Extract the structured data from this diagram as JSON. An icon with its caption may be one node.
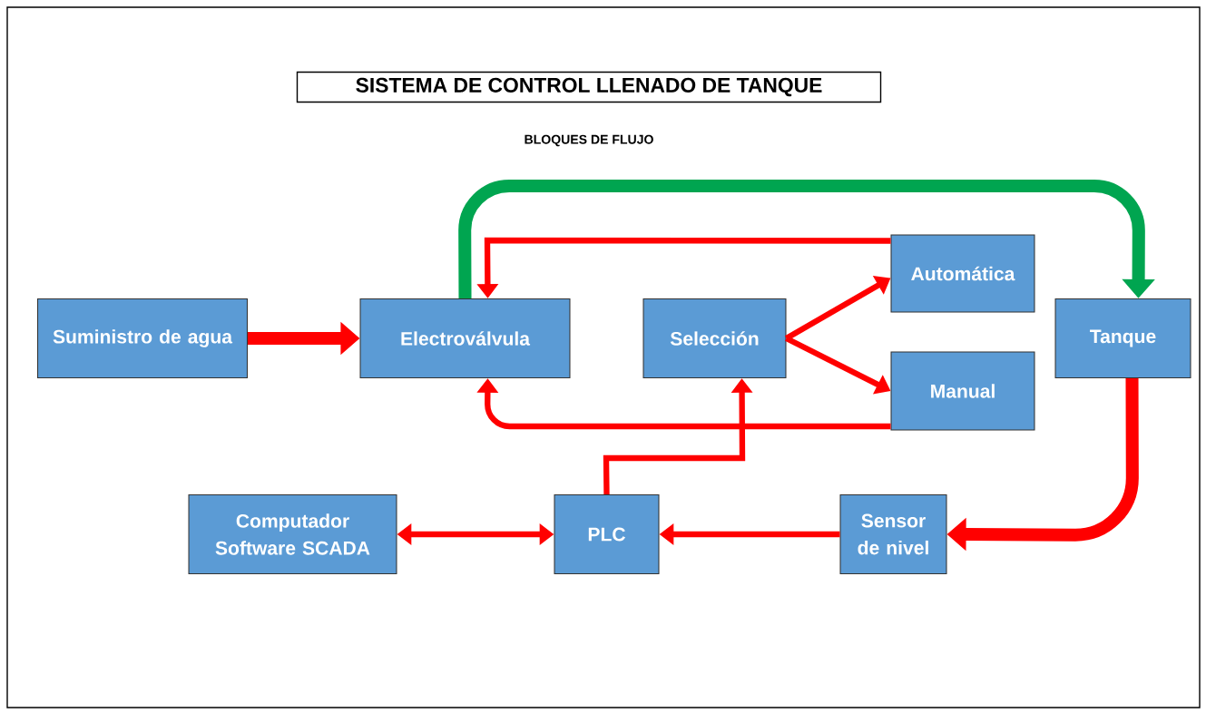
{
  "diagram": {
    "title": "SISTEMA DE CONTROL LLENADO DE TANQUE",
    "nodes": [
      {
        "text": [
          "Suministro de agua"
        ]
      },
      {
        "text": [
          "Electroválvula"
        ]
      },
      {
        "text": [
          "Selección"
        ]
      },
      {
        "text": [
          "Automática"
        ]
      },
      {
        "text": [
          "Manual"
        ]
      },
      {
        "text": [
          "Tanque"
        ]
      },
      {
        "text": [
          "Computador Software SCADA"
        ]
      },
      {
        "text": [
          "PLC"
        ]
      },
      {
        "text": [
          "Sensor de nivel"
        ]
      }
    ],
    "edges": [
      {
        "from": 0,
        "to": 1,
        "arrow": "to",
        "style": "thick"
      },
      {
        "from": 1,
        "to": 5,
        "arrow": "to",
        "style": "thick",
        "color": "#00a550"
      },
      {
        "from": 2,
        "to": 3,
        "arrow": "to"
      },
      {
        "from": 2,
        "to": 4,
        "arrow": "to"
      },
      {
        "from": 3,
        "to": 1,
        "arrow": "to"
      },
      {
        "from": 4,
        "to": 1,
        "arrow": "to"
      },
      {
        "from": 5,
        "to": 8,
        "arrow": "to",
        "style": "thick"
      },
      {
        "from": 8,
        "to": 7,
        "arrow": "to"
      },
      {
        "from": 6,
        "to": 7,
        "arrow": "both"
      },
      {
        "from": 7,
        "to": 2,
        "arrow": "to"
      }
    ],
    "labels": [
      "BLOQUES DE FLUJO"
    ]
  }
}
